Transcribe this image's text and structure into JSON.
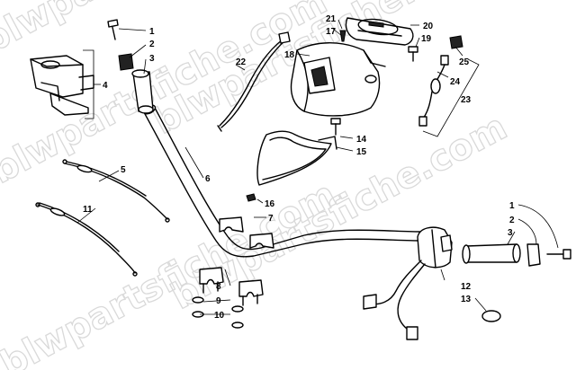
{
  "watermark": "blwpartsfiche.com",
  "callouts": [
    {
      "id": "c1a",
      "label": "1"
    },
    {
      "id": "c2a",
      "label": "2"
    },
    {
      "id": "c3a",
      "label": "3"
    },
    {
      "id": "c4",
      "label": "4"
    },
    {
      "id": "c5",
      "label": "5"
    },
    {
      "id": "c6",
      "label": "6"
    },
    {
      "id": "c7",
      "label": "7"
    },
    {
      "id": "c8",
      "label": "8"
    },
    {
      "id": "c9",
      "label": "9"
    },
    {
      "id": "c10",
      "label": "10"
    },
    {
      "id": "c11",
      "label": "11"
    },
    {
      "id": "c12",
      "label": "12"
    },
    {
      "id": "c13",
      "label": "13"
    },
    {
      "id": "c14",
      "label": "14"
    },
    {
      "id": "c15",
      "label": "15"
    },
    {
      "id": "c16",
      "label": "16"
    },
    {
      "id": "c17",
      "label": "17"
    },
    {
      "id": "c18",
      "label": "18"
    },
    {
      "id": "c19",
      "label": "19"
    },
    {
      "id": "c20",
      "label": "20"
    },
    {
      "id": "c21",
      "label": "21"
    },
    {
      "id": "c22",
      "label": "22"
    },
    {
      "id": "c23",
      "label": "23"
    },
    {
      "id": "c24",
      "label": "24"
    },
    {
      "id": "c25",
      "label": "25"
    },
    {
      "id": "c1b",
      "label": "1"
    },
    {
      "id": "c2b",
      "label": "2"
    },
    {
      "id": "c3b",
      "label": "3"
    }
  ]
}
